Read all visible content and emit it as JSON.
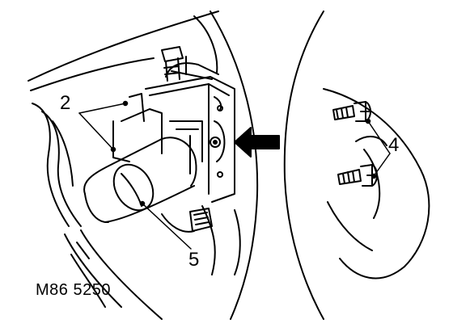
{
  "figure": {
    "code": "M86 5250",
    "callouts": [
      {
        "id": "2",
        "label": "2"
      },
      {
        "id": "4",
        "label": "4"
      },
      {
        "id": "5",
        "label": "5"
      }
    ]
  },
  "colors": {
    "line": "#000000",
    "background": "#ffffff",
    "arrow": "#000000"
  }
}
